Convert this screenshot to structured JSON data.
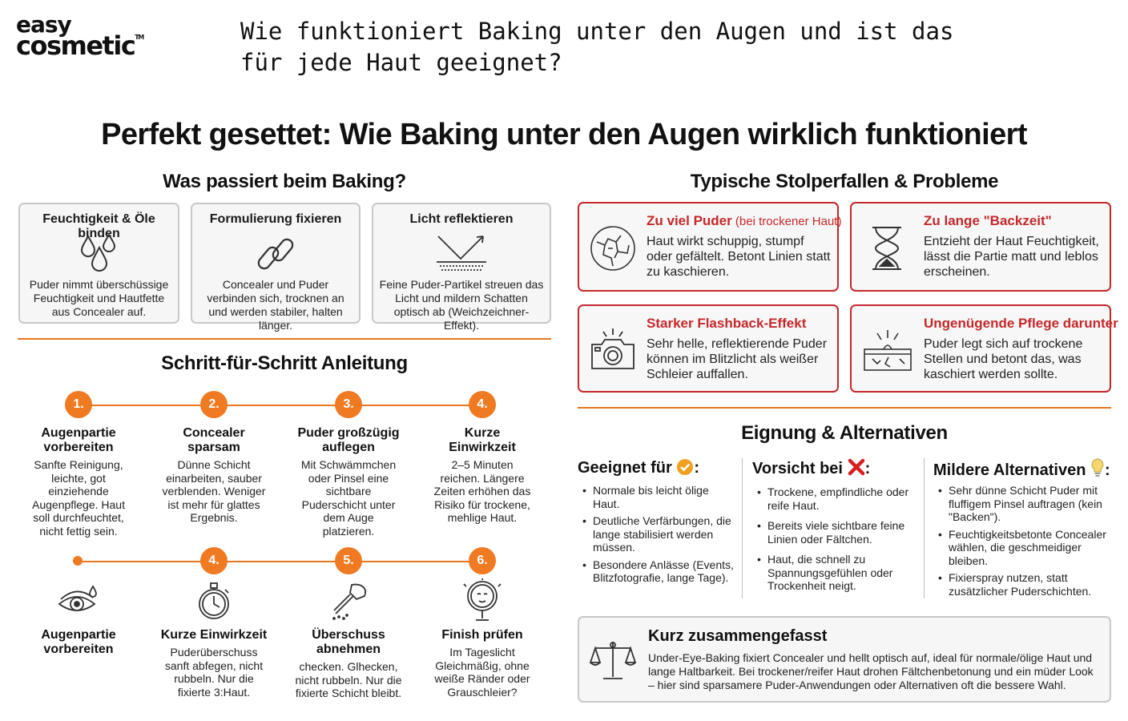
{
  "logo": {
    "line1": "easy",
    "line2": "cosmetic",
    "tm": "TM"
  },
  "question_title": "Wie funktioniert Baking unter den Augen und ist das für jede Haut geeignet?",
  "main_title": "Perfekt gesettet: Wie Baking unter den Augen wirklich funktioniert",
  "what_happens": {
    "title": "Was passiert beim Baking?",
    "cards": [
      {
        "title": "Feuchtigkeit & Öle binden",
        "icon": "water-drops-icon",
        "body": "Puder nimmt überschüssige Feuchtigkeit und Hautfette aus Concealer auf."
      },
      {
        "title": "Formulierung fixieren",
        "icon": "chain-link-icon",
        "body": "Concealer und Puder verbinden sich, trocknen an und werden stabiler, halten länger."
      },
      {
        "title": "Licht reflektieren",
        "icon": "light-reflection-icon",
        "body": "Feine Puder-Partikel streuen das Licht und mildern Schatten optisch ab (Weichzeichner-Effekt)."
      }
    ]
  },
  "steps_section": {
    "title": "Schritt-für-Schritt Anleitung",
    "row1": [
      {
        "num": "1.",
        "title": "Augenpartie vorbereiten",
        "body": "Sanfte Reinigung, leichte, got einziehende Augenpflege. Haut soll durchfeuchtet, nicht fettig sein."
      },
      {
        "num": "2.",
        "title": "Concealer sparsam",
        "body": "Dünne Schicht einarbeiten, sauber verblenden. Weniger ist mehr für glattes Ergebnis."
      },
      {
        "num": "3.",
        "title": "Puder großzügig auflegen",
        "body": "Mit Schwämmchen oder Pinsel eine sichtbare Puderschicht unter dem Auge platzieren."
      },
      {
        "num": "4.",
        "title": "Kurze Einwirkzeit",
        "body": "2–5 Minuten reichen. Längere Zeiten erhöhen das Risiko für trockene, mehlige Haut."
      }
    ],
    "row2": [
      {
        "num": "",
        "icon": "eye-icon",
        "title": "Augenpartie vorbereiten",
        "body": ""
      },
      {
        "num": "4.",
        "icon": "stopwatch-icon",
        "title": "Kurze Einwirkzeit",
        "body": "Puderüberschuss sanft abfegen, nicht rubbeln. Nur die fixierte 3:Haut."
      },
      {
        "num": "5.",
        "icon": "brush-icon",
        "title": "Überschuss abnehmen",
        "body": "checken. Glhecken, nicht rubbeln. Nur die fixierte Schicht bleibt."
      },
      {
        "num": "6.",
        "icon": "mirror-face-icon",
        "title": "Finish prüfen",
        "body": "Im Tageslicht Gleichmäßig, ohne weiße Ränder oder Grauschleier?"
      }
    ]
  },
  "pitfalls": {
    "title": "Typische Stolperfallen & Probleme",
    "cards": [
      {
        "title": "Zu viel Puder",
        "sub": " (bei trockener Haut)",
        "icon": "cracked-skin-icon",
        "body": "Haut wirkt schuppig, stumpf oder gefältelt. Betont Linien statt zu kaschieren."
      },
      {
        "title": "Zu lange \"Backzeit\"",
        "sub": "",
        "icon": "hourglass-icon",
        "body": "Entzieht der Haut Feuchtigkeit, lässt die Partie matt und leblos erscheinen."
      },
      {
        "title": "Starker Flashback-Effekt",
        "sub": "",
        "icon": "camera-icon",
        "body": "Sehr helle, reflektierende Puder können im Blitzlicht als weißer Schleier auffallen."
      },
      {
        "title": "Ungenügende Pflege darunter",
        "sub": "",
        "icon": "dry-skin-icon",
        "body": "Puder legt sich auf trockene Stellen und betont das, was kaschiert werden sollte."
      }
    ]
  },
  "suitability": {
    "title": "Eignung & Alternativen",
    "columns": [
      {
        "title": "Geeignet für",
        "icon": "check-icon",
        "suffix": ":",
        "items": [
          "Normale bis leicht ölige Haut.",
          "Deutliche Verfärbungen, die lange stabilisiert werden müssen.",
          "Besondere Anlässe (Events, Blitzfotografie, lange Tage)."
        ]
      },
      {
        "title": "Vorsicht bei",
        "icon": "cross-icon",
        "suffix": ":",
        "items": [
          "Trockene, empfindliche oder reife Haut.",
          "Bereits viele sichtbare feine Linien oder Fältchen.",
          "Haut, die schnell zu Spannungsgefühlen oder Trockenheit neigt."
        ]
      },
      {
        "title": "Mildere Alternativen",
        "icon": "lightbulb-icon",
        "suffix": ":",
        "items": [
          "Sehr dünne Schicht Puder mit fluffigem Pinsel auftragen (kein \"Backen\").",
          "Feuchtigkeitsbetonte Concealer wählen, die geschmeidiger bleiben.",
          "Fixierspray nutzen, statt zusätzlicher Puderschichten."
        ]
      }
    ]
  },
  "summary": {
    "title": "Kurz zusammengefasst",
    "icon": "balance-scale-icon",
    "body": "Under-Eye-Baking fixiert Concealer und hellt optisch auf, ideal für normale/ölige Haut und lange Haltbarkeit. Bei trockener/reifer Haut drohen Fältchenbetonung und ein müder Look – hier sind sparsamere Puder-Anwendungen oder Alternativen oft die bessere Wahl."
  },
  "colors": {
    "accent": "#ef7a22",
    "warning": "#c5282b",
    "check": "#f0a020",
    "cross": "#d62020",
    "card_bg": "#f6f6f6",
    "card_border": "#c8c8c8"
  }
}
